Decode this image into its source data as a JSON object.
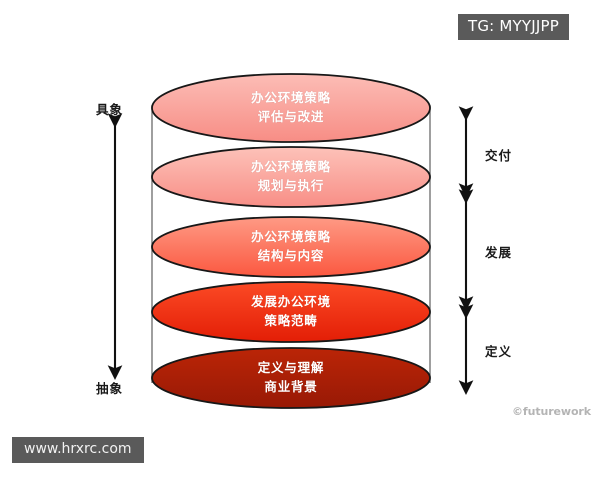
{
  "badge": {
    "tag_text": "TG: MYYJJPP",
    "tag_bg": "#5a5a5a",
    "url_text": "www.hrxrc.com",
    "url_bg": "#5a5a5a",
    "credit_text": "©futurework",
    "credit_color": "#b4b4b4"
  },
  "left_axis": {
    "top_label": "具象",
    "bottom_label": "抽象",
    "arrow_color": "#111111"
  },
  "right_stages": [
    {
      "label": "交付"
    },
    {
      "label": "发展"
    },
    {
      "label": "定义"
    }
  ],
  "cylinder": {
    "outline_color": "#6b6b6b",
    "disc_stroke": "#1a1a1a",
    "layers": [
      {
        "id": "layer-evaluate",
        "line1": "办公环境策略",
        "line2": "评估与改进",
        "fill_light": "#fbb3ad",
        "fill_dark": "#f79089"
      },
      {
        "id": "layer-plan",
        "line1": "办公环境策略",
        "line2": "规划与执行",
        "fill_light": "#fcb7ae",
        "fill_dark": "#f8918a"
      },
      {
        "id": "layer-structure",
        "line1": "办公环境策略",
        "line2": "结构与内容",
        "fill_light": "#fd8a74",
        "fill_dark": "#fb5b43"
      },
      {
        "id": "layer-scope",
        "line1": "发展办公环境",
        "line2": "策略范畴",
        "fill_light": "#f93c1a",
        "fill_dark": "#e62208"
      },
      {
        "id": "layer-define",
        "line1": "定义与理解",
        "line2": "商业背景",
        "fill_light": "#b42006",
        "fill_dark": "#9c1a05"
      }
    ]
  }
}
